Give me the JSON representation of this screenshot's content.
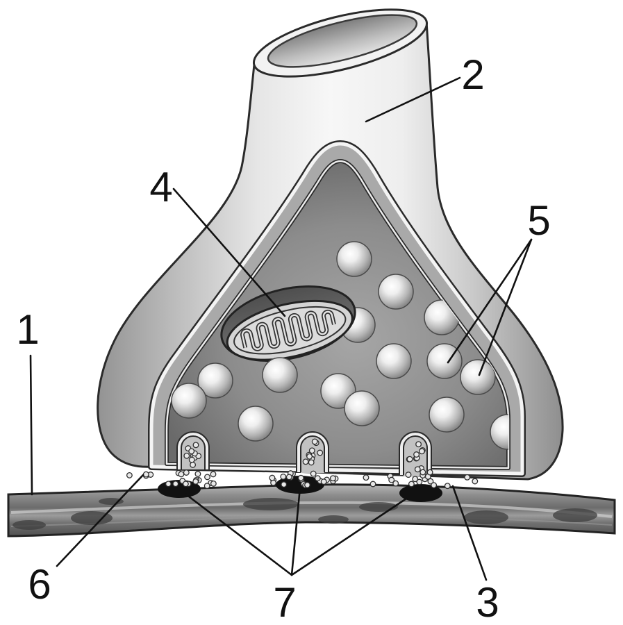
{
  "labels": [
    "1",
    "2",
    "3",
    "4",
    "5",
    "6",
    "7"
  ]
}
